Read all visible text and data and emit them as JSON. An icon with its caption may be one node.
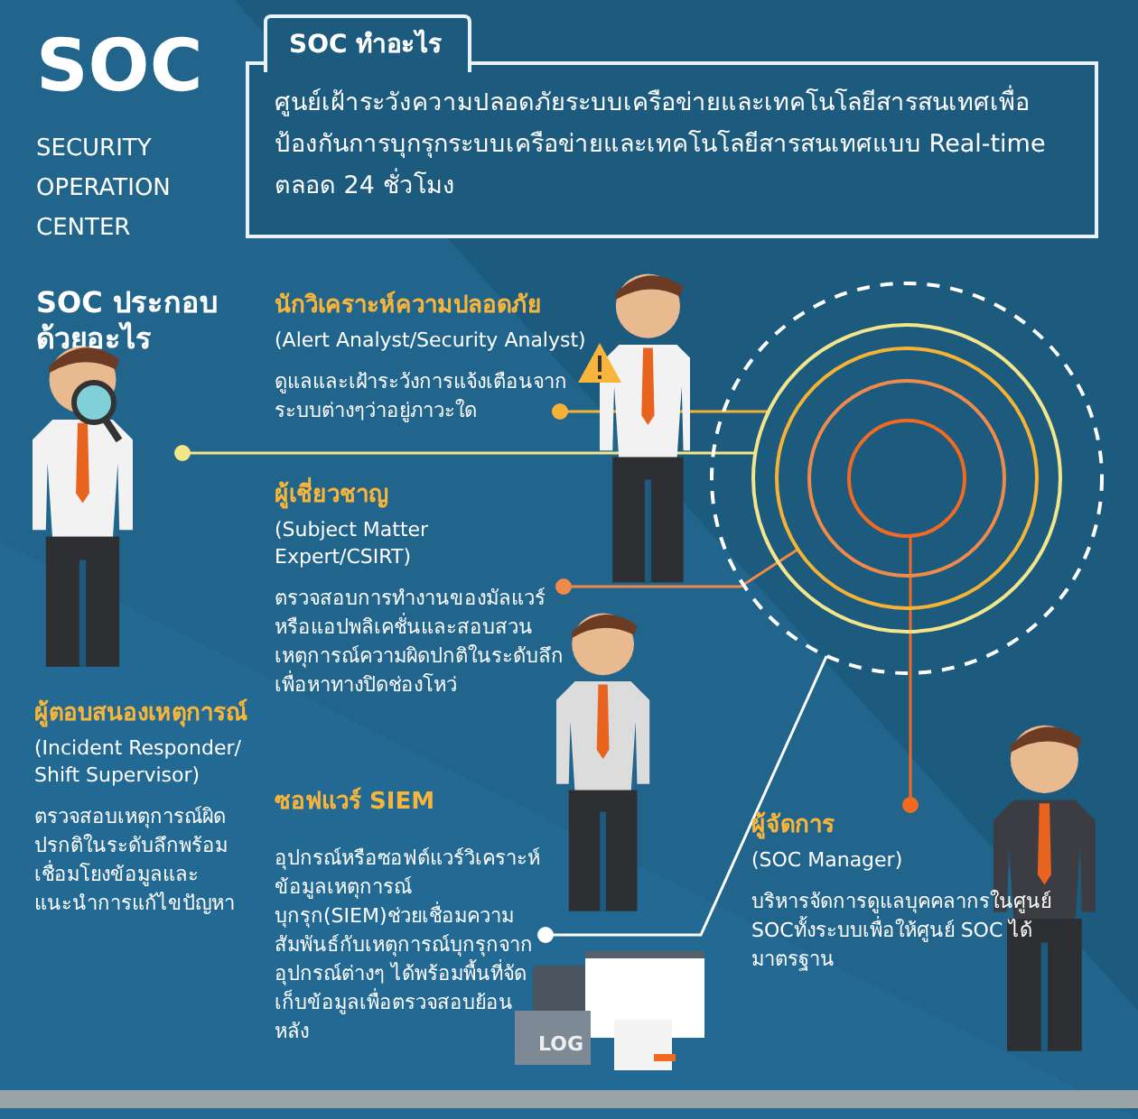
{
  "diagram": {
    "nodes": [
      {
        "text": [
          "SOC ทำอะไร",
          "ศูนย์เฝ้าระวังความปลอดภัยระบบเครือข่ายและเทคโนโลยีสารสนเทศเพื่อป้องกันการบุกรุกระบบเครือข่ายและเทคโนโลยีสารสนเทศแบบ Real-time ตลอด 24 ชั่วโมง"
        ]
      },
      {
        "text": [
          "นักวิเคราะห์ความปลอดภัย",
          "(Alert Analyst/Security Analyst)",
          "ดูแลและเฝ้าระวังการแจ้งเตือนจากระบบต่างๆว่าอยู่ภาวะใด"
        ]
      },
      {
        "text": [
          "ผู้ตอบสนองเหตุการณ์",
          "(Incident Responder/ Shift Supervisor)",
          "ตรวจสอบเหตุการณ์ผิดปรกติในระดับลึกพร้อมเชื่อมโยงข้อมูลและแนะนำการแก้ไขปัญหา"
        ]
      },
      {
        "text": [
          "ผู้เชี่ยวชาญ",
          "(Subject Matter Expert/CSIRT)",
          "ตรวจสอบการทำงานของมัลแวร์หรือแอปพลิเคชั่นและสอบสวนเหตุการณ์ความผิดปกติในระดับลึกเพื่อหาทางปิดช่องโหว่"
        ]
      },
      {
        "text": [
          "ซอฟแวร์ SIEM",
          "อุปกรณ์หรือซอฟต์แวร์วิเคราะห์ข้อมูลเหตุการณ์บุกรุก(SIEM)ช่วยเชื่อมความสัมพันธ์กับเหตุการณ์บุกรุกจากอุปกรณ์ต่างๆ ได้พร้อมพื้นที่จัดเก็บข้อมูลเพื่อตรวจสอบย้อนหลัง"
        ]
      },
      {
        "text": [
          "ผู้จัดการ",
          "(SOC Manager)",
          "บริหารจัดการดูแลบุคคลากรในศูนย์ SOCทั้งระบบเพื่อให้ศูนย์ SOC ได้มาตรฐาน"
        ]
      },
      {
        "text": [],
        "shape": "circle"
      }
    ],
    "edges": [
      {
        "from": 1,
        "to": 6,
        "arrow": "other",
        "color": "#f5b335"
      },
      {
        "from": 2,
        "to": 6,
        "arrow": "other",
        "color": "#f3e58a"
      },
      {
        "from": 3,
        "to": 6,
        "arrow": "other",
        "color": "#f08a4b"
      },
      {
        "from": 4,
        "to": 6,
        "arrow": "other",
        "color": "#ffffff"
      },
      {
        "from": 5,
        "to": 6,
        "arrow": "other",
        "color": "#f06a22"
      }
    ],
    "labels": [
      "SOC",
      "SECURITY OPERATION CENTER",
      "SOC ประกอบด้วยอะไร",
      "LOG"
    ]
  }
}
